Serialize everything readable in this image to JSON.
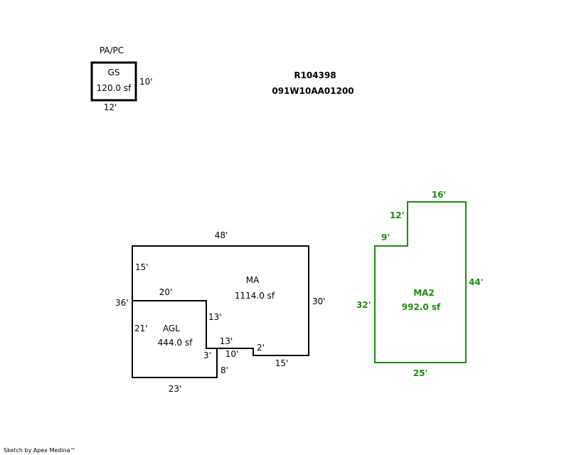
{
  "parcel": {
    "id": "R104398",
    "map_number": "091W10AA01200"
  },
  "gs_section": {
    "header": "PA/PC",
    "name": "GS",
    "area": "120.0 sf",
    "dims": {
      "right": "10'",
      "bottom": "12'"
    }
  },
  "main_sketch": {
    "ma": {
      "name": "MA",
      "area": "1114.0 sf",
      "dims": {
        "top": "48'",
        "left_upper": "15'",
        "left": "36'",
        "inner_top": "20'",
        "inner_right": "13'",
        "notch_top": "13'",
        "notch_right": "2'",
        "bottom_right": "15'",
        "right": "30'"
      }
    },
    "agl": {
      "name": "AGL",
      "area": "444.0 sf",
      "dims": {
        "left": "21'",
        "bottom": "23'",
        "right_small": "3'",
        "inner_bottom": "10'",
        "right_lower": "8'"
      }
    }
  },
  "ma2_section": {
    "name": "MA2",
    "area": "992.0 sf",
    "color": "#1f8a12",
    "dims": {
      "top": "16'",
      "step_left": "12'",
      "step_top": "9'",
      "right": "44'",
      "left": "32'",
      "bottom": "25'"
    }
  },
  "footer": {
    "text": "Sketch by Apex Medina™"
  }
}
